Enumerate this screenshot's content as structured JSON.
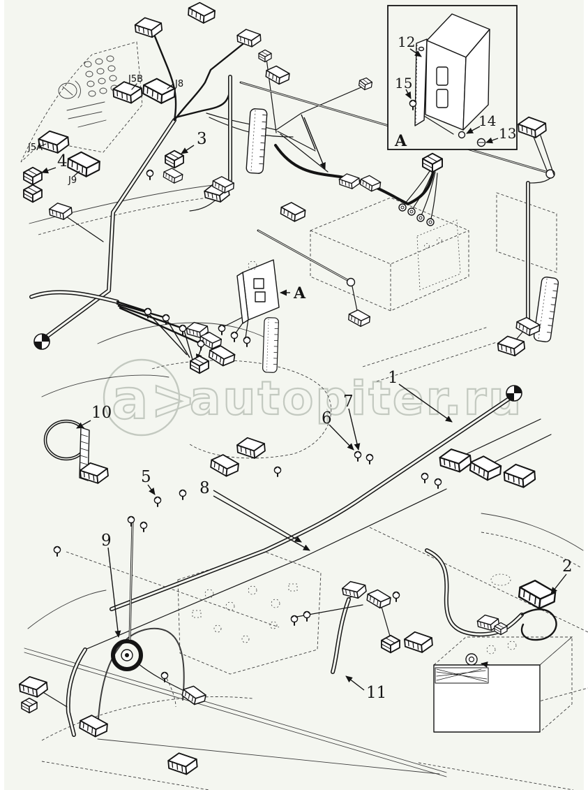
{
  "watermark": {
    "logo": "a>",
    "text": "autopiter.ru"
  },
  "colors": {
    "paper": "#f4f6f0",
    "ink": "#141414",
    "watermark_gray": "#c3c9c0"
  },
  "labels": {
    "inset_a": "A",
    "module_a": "A",
    "j5b": "J5B",
    "j8": "J8",
    "j5a": "J5A",
    "j9": "J9"
  },
  "callouts": {
    "c1": "1",
    "c2": "2",
    "c3": "3",
    "c4": "4",
    "c5": "5",
    "c6": "6",
    "c7": "7",
    "c8": "8",
    "c9": "9",
    "c10": "10",
    "c11": "11",
    "c12": "12",
    "c13": "13",
    "c14": "14",
    "c15": "15"
  }
}
